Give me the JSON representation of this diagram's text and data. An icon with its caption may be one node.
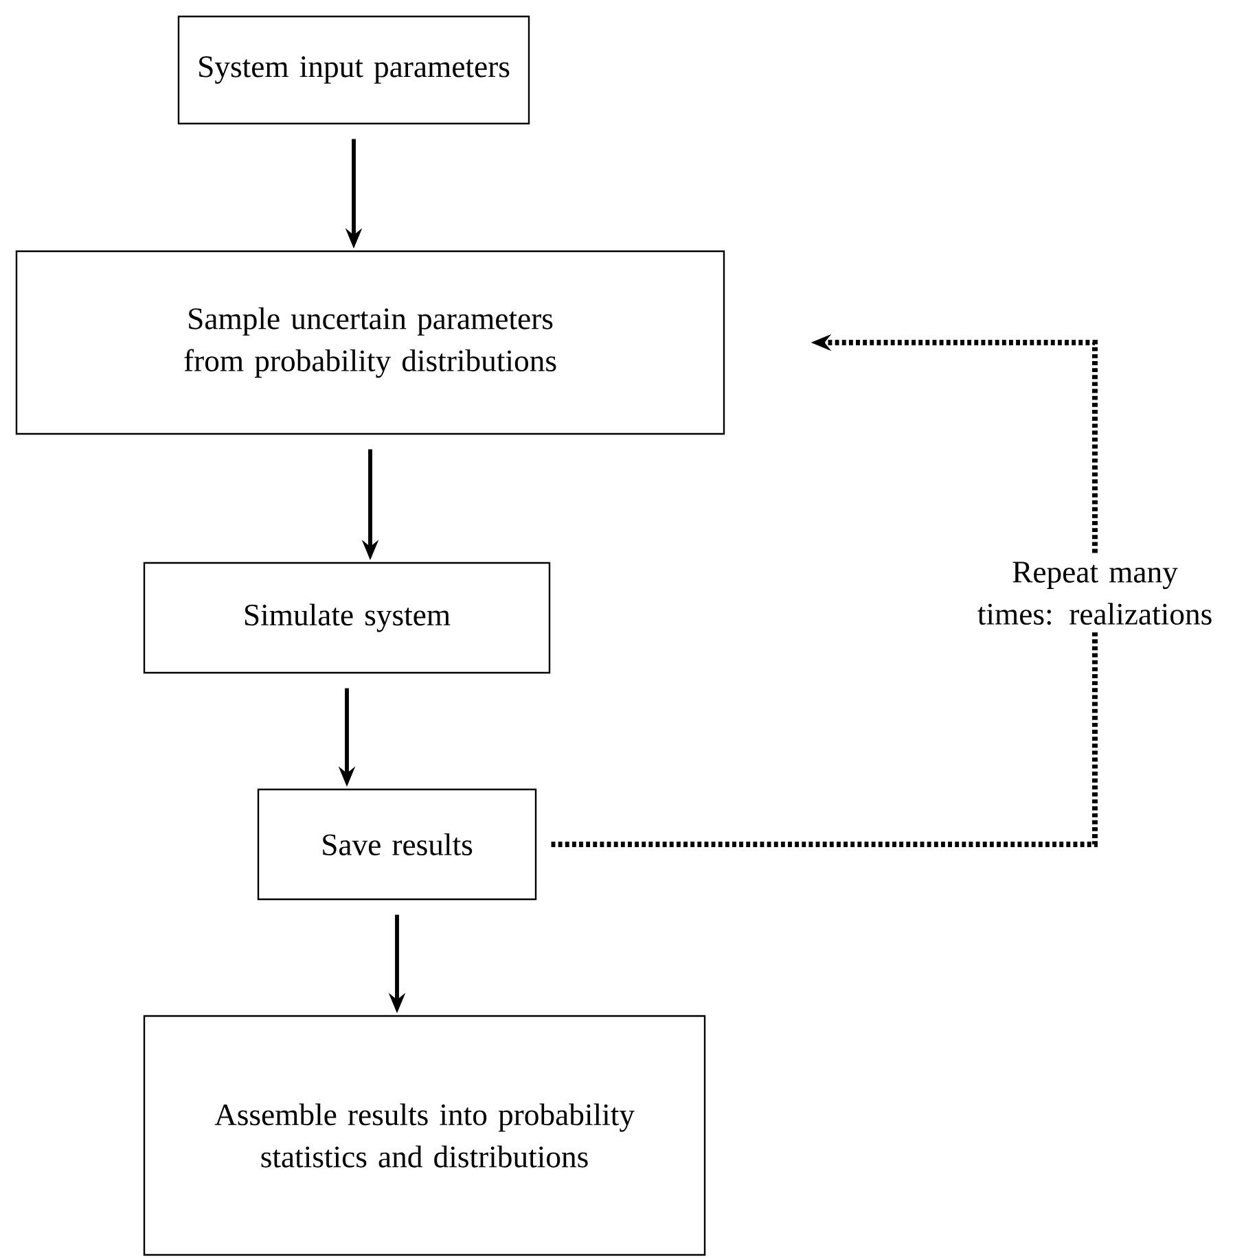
{
  "diagram": {
    "nodes": [
      {
        "text": [
          "System input parameters"
        ]
      },
      {
        "text": [
          "Sample uncertain parameters from probability distributions"
        ]
      },
      {
        "text": [
          "Simulate system"
        ]
      },
      {
        "text": [
          "Save results"
        ]
      },
      {
        "text": [
          "Assemble results into probability statistics and distributions"
        ]
      }
    ],
    "edges": [
      {
        "from": 0,
        "to": 1,
        "arrow": "to"
      },
      {
        "from": 1,
        "to": 2,
        "arrow": "to"
      },
      {
        "from": 2,
        "to": 3,
        "arrow": "to"
      },
      {
        "from": 3,
        "to": 4,
        "arrow": "to"
      },
      {
        "from": 3,
        "to": 1,
        "arrow": "to",
        "style": "dashed",
        "label": "Repeat many times: realizations"
      }
    ]
  }
}
